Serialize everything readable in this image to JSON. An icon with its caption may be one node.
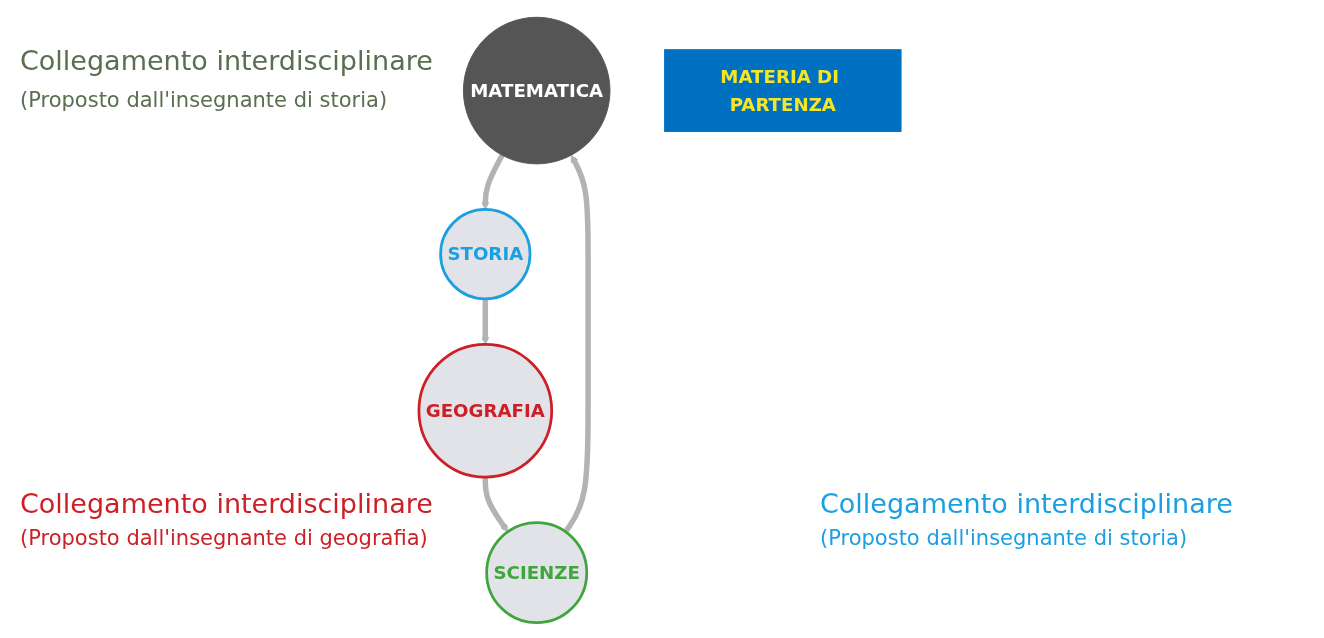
{
  "diagram": {
    "nodes": [
      {
        "text": [
          "MATEMATICA"
        ]
      },
      {
        "text": [
          "STORIA"
        ]
      },
      {
        "text": [
          "GEOGRAFIA"
        ]
      },
      {
        "text": [
          "SCIENZE"
        ]
      },
      {
        "text": [
          "MATERIA DI PARTENZA"
        ]
      }
    ],
    "edges": [
      {
        "from": 0,
        "to": 1,
        "arrow": "to"
      },
      {
        "from": 1,
        "to": 2,
        "arrow": "to"
      },
      {
        "from": 2,
        "to": 3,
        "arrow": "to"
      },
      {
        "from": 3,
        "to": 0,
        "arrow": "to"
      }
    ],
    "labels": [
      "Collegamento interdisciplinare",
      "(Proposto dall'insegnante di storia)",
      "Collegamento interdisciplinare",
      "(Proposto dall'insegnante di geografia)",
      "Collegamento interdisciplinare",
      "(Proposto dall'insegnante di storia)"
    ]
  }
}
